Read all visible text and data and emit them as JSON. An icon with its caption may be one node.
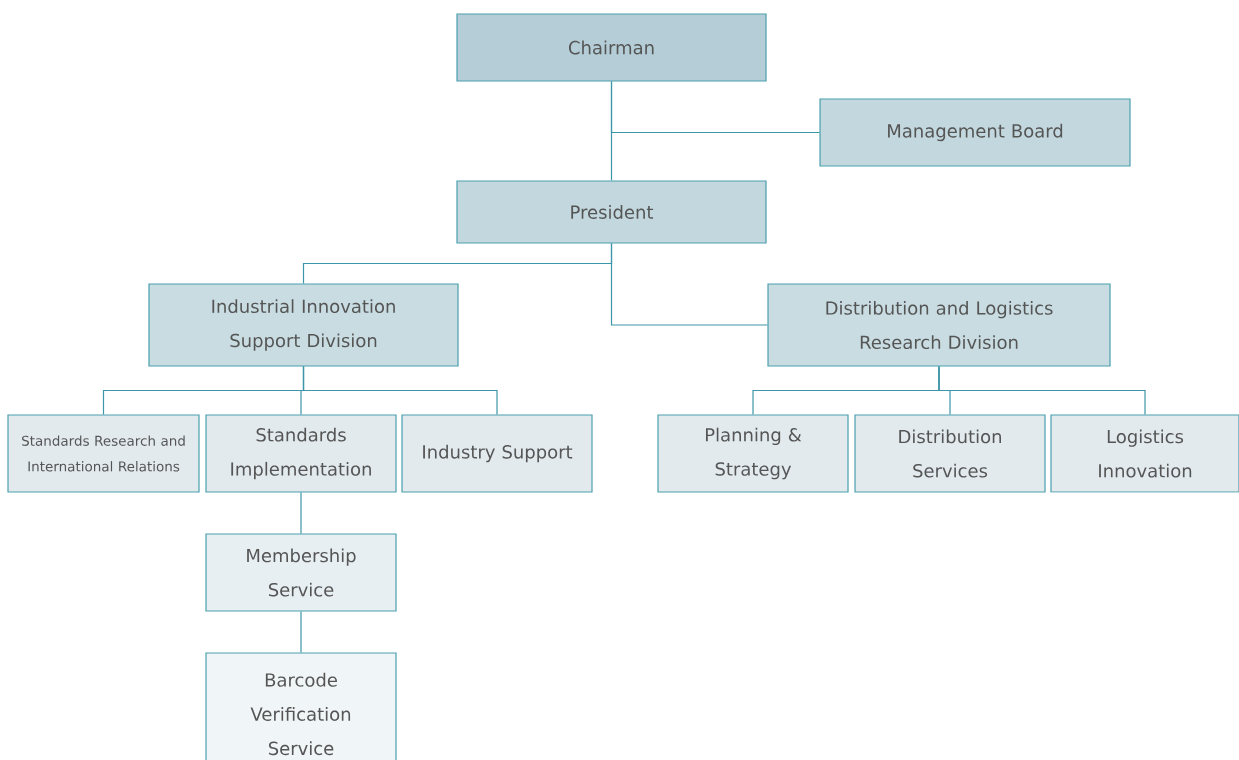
{
  "diagram": {
    "nodes": [
      {
        "text": [
          "Chairman"
        ]
      },
      {
        "text": [
          "Management Board"
        ]
      },
      {
        "text": [
          "President"
        ]
      },
      {
        "text": [
          "Industrial Innovation Support Division"
        ]
      },
      {
        "text": [
          "Distribution and Logistics Research Division"
        ]
      },
      {
        "text": [
          "Standards Research and International Relations"
        ]
      },
      {
        "text": [
          "Standards Implementation"
        ]
      },
      {
        "text": [
          "Industry Support"
        ]
      },
      {
        "text": [
          "Planning & Strategy"
        ]
      },
      {
        "text": [
          "Distribution Services"
        ]
      },
      {
        "text": [
          "Logistics Innovation"
        ]
      },
      {
        "text": [
          "Membership Service"
        ]
      },
      {
        "text": [
          "Barcode Verification Service"
        ]
      }
    ],
    "edges": [
      {
        "from": 0,
        "to": 1,
        "arrow": "none"
      },
      {
        "from": 0,
        "to": 2,
        "arrow": "none"
      },
      {
        "from": 2,
        "to": 3,
        "arrow": "none"
      },
      {
        "from": 2,
        "to": 4,
        "arrow": "none"
      },
      {
        "from": 3,
        "to": 5,
        "arrow": "none"
      },
      {
        "from": 3,
        "to": 6,
        "arrow": "none"
      },
      {
        "from": 3,
        "to": 7,
        "arrow": "none"
      },
      {
        "from": 4,
        "to": 8,
        "arrow": "none"
      },
      {
        "from": 4,
        "to": 9,
        "arrow": "none"
      },
      {
        "from": 4,
        "to": 10,
        "arrow": "none"
      },
      {
        "from": 6,
        "to": 11,
        "arrow": "none"
      },
      {
        "from": 11,
        "to": 12,
        "arrow": "none"
      }
    ]
  }
}
